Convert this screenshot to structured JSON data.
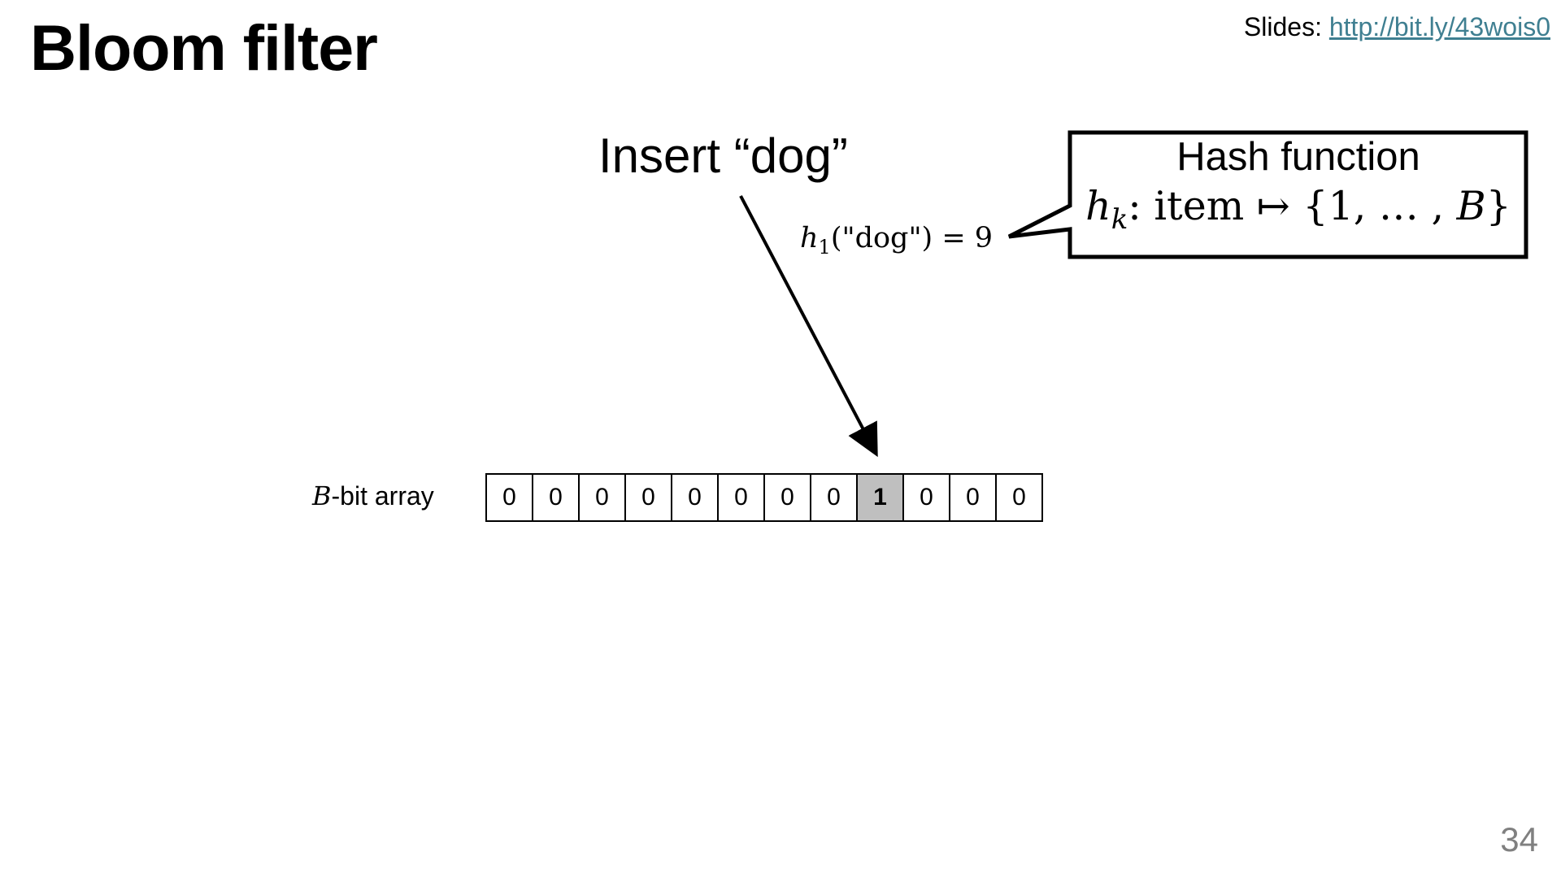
{
  "title": "Bloom filter",
  "slides_ref": {
    "label": "Slides:",
    "url_text": "http://bit.ly/43wois0"
  },
  "insert_label": "Insert “dog”",
  "hash_equation": {
    "func": "h",
    "subscript": "1",
    "argument": "(\"dog\")",
    "rhs": "= 9"
  },
  "callout": {
    "title": "Hash function",
    "formula_func": "h",
    "formula_subscript": "k",
    "formula_rest": ": item ↦ {1, … , ",
    "formula_var": "B",
    "formula_close": "}"
  },
  "array": {
    "label_var": "B",
    "label_rest": "-bit array",
    "bits": [
      "0",
      "0",
      "0",
      "0",
      "0",
      "0",
      "0",
      "0",
      "1",
      "0",
      "0",
      "0"
    ],
    "set_index": 8
  },
  "page_number": "34"
}
